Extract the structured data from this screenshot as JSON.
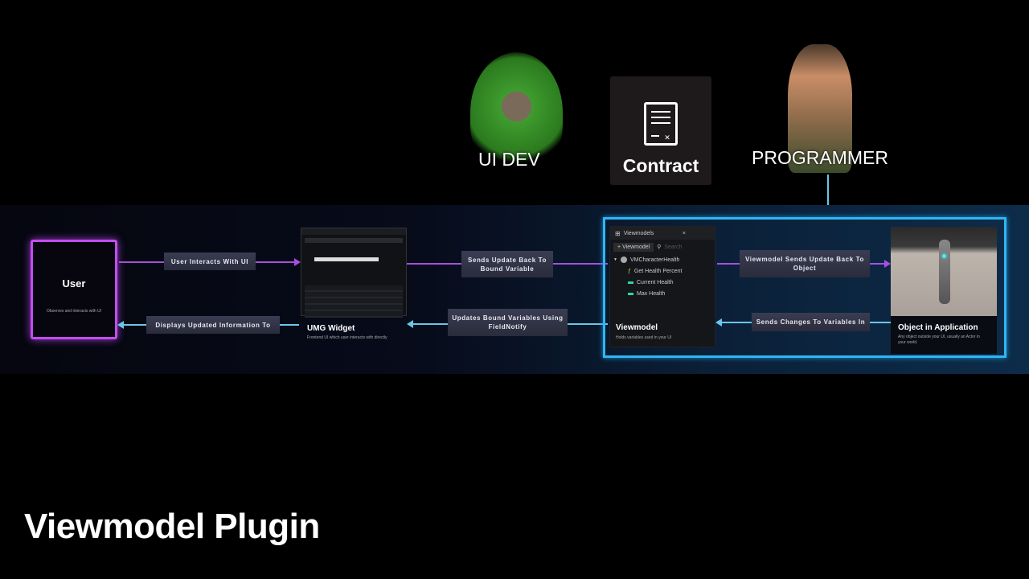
{
  "roles": {
    "ui_dev": "UI DEV",
    "contract": "Contract",
    "programmer": "PROGRAMMER"
  },
  "user": {
    "title": "User",
    "desc": "Observes and interacts with UI"
  },
  "umg": {
    "title": "UMG Widget",
    "desc": "Frontend UI which user interacts with directly"
  },
  "viewmodel": {
    "title": "Viewmodel",
    "desc": "Holds variables used in your UI",
    "panel": {
      "header": "Viewmodels",
      "close": "×",
      "add_button": "Viewmodel",
      "search_placeholder": "Search",
      "root": "VMCharacterHealth",
      "items": [
        "Get Health Percent",
        "Current Health",
        "Max Health"
      ]
    }
  },
  "object": {
    "title": "Object in Application",
    "desc": "Any object outside your UI, usually an Actor in your world."
  },
  "arrows": {
    "user_to_umg": "User Interacts With UI",
    "umg_to_user": "Displays Updated Information To",
    "umg_to_vm": "Sends Update Back To Bound Variable",
    "vm_to_umg": "Updates Bound Variables Using FieldNotify",
    "vm_to_obj": "Viewmodel Sends Update Back To Object",
    "obj_to_vm": "Sends Changes To Variables In"
  },
  "slide_title": "Viewmodel Plugin",
  "colors": {
    "forward": "#a64fe0",
    "backward": "#6cc6e8",
    "highlight": "#2fb6f2",
    "user_border": "#c34df2"
  }
}
